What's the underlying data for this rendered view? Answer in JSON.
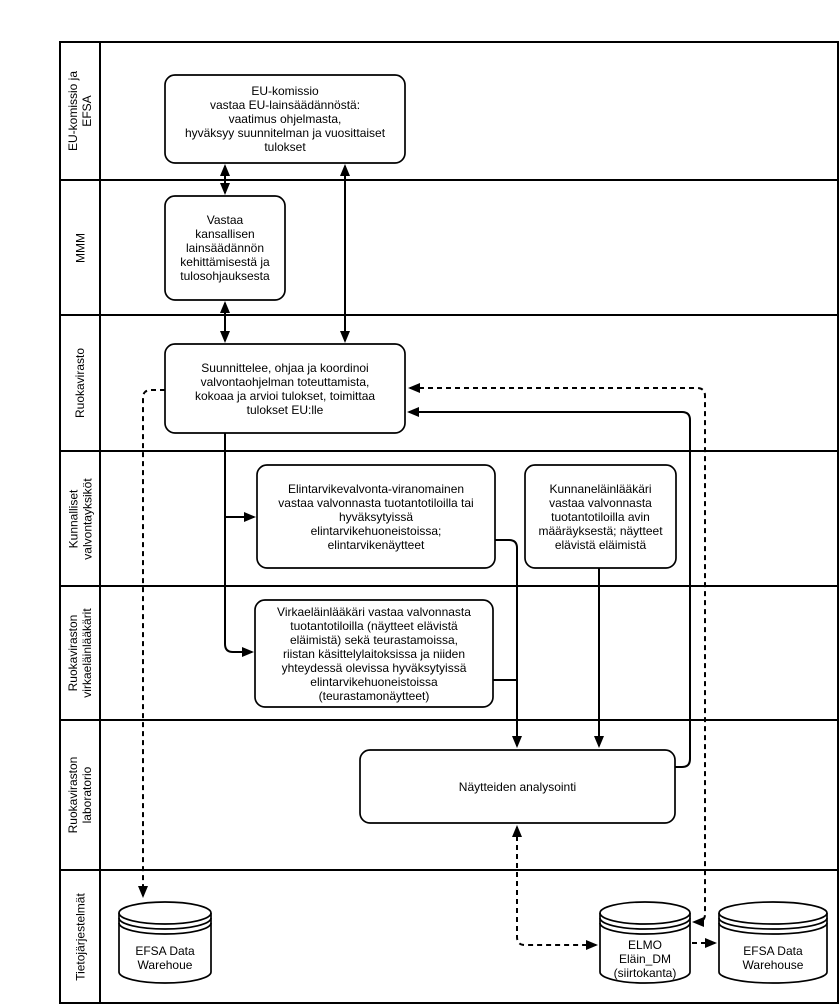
{
  "diagram": {
    "background_color": "#ffffff",
    "line_color": "#000000",
    "lanes": [
      {
        "label": "EU-komissio ja\nEFSA"
      },
      {
        "label": "MMM"
      },
      {
        "label": "Ruokavirasto"
      },
      {
        "label": "Kunnalliset\nvalvontayksiköt"
      },
      {
        "label": "Ruokaviraston\nvirkaeläinlääkärit"
      },
      {
        "label": "Ruokaviraston\nlaboratorio"
      },
      {
        "label": "Tietojärjestelmät"
      }
    ],
    "nodes": {
      "eu_commission": {
        "text": "EU-komissio\nvastaa EU-lainsäädännöstä:\nvaatimus ohjelmasta,\nhyväksyy suunnitelman ja vuosittaiset\ntulokset"
      },
      "mmm": {
        "text": "Vastaa\nkansallisen\nlainsäädännön\nkehittämisestä ja\ntulosohjauksesta"
      },
      "ruokavirasto": {
        "text": "Suunnittelee, ohjaa ja koordinoi\nvalvontaohjelman toteuttamista,\nkokoaa ja arvioi tulokset, toimittaa\ntulokset EU:lle"
      },
      "elintarvikevalvonta": {
        "text": "Elintarvikevalvonta-viranomainen\nvastaa valvonnasta tuotantotiloilla tai\nhyväksytyissä\nelintarvikehuoneistoissa;\nelintarvikenäytteet"
      },
      "kunnanelainlaakari": {
        "text": "Kunnaneläinlääkäri\nvastaa valvonnasta\ntuotantotiloilla avin\nmääräyksestä; näytteet\nelävistä eläimistä"
      },
      "virkaelainlaakari": {
        "text": "Virkaeläinlääkäri vastaa valvonnasta\ntuotantotiloilla (näytteet elävistä\neläimistä) sekä teurastamoissa,\nriistan käsittelylaitoksissa ja niiden\nyhteydessä olevissa hyväksytyissä\nelintarvikehuoneistoissa\n(teurastamonäytteet)"
      },
      "naytteiden_analysointi": {
        "text": "Näytteiden analysointi"
      }
    },
    "databases": {
      "efsa_dw_left": {
        "text": "EFSA Data\nWarehoue"
      },
      "elmo": {
        "text": "ELMO\nEläin_DM\n(siirtokanta)"
      },
      "efsa_dw_right": {
        "text": "EFSA Data\nWarehouse"
      }
    }
  }
}
